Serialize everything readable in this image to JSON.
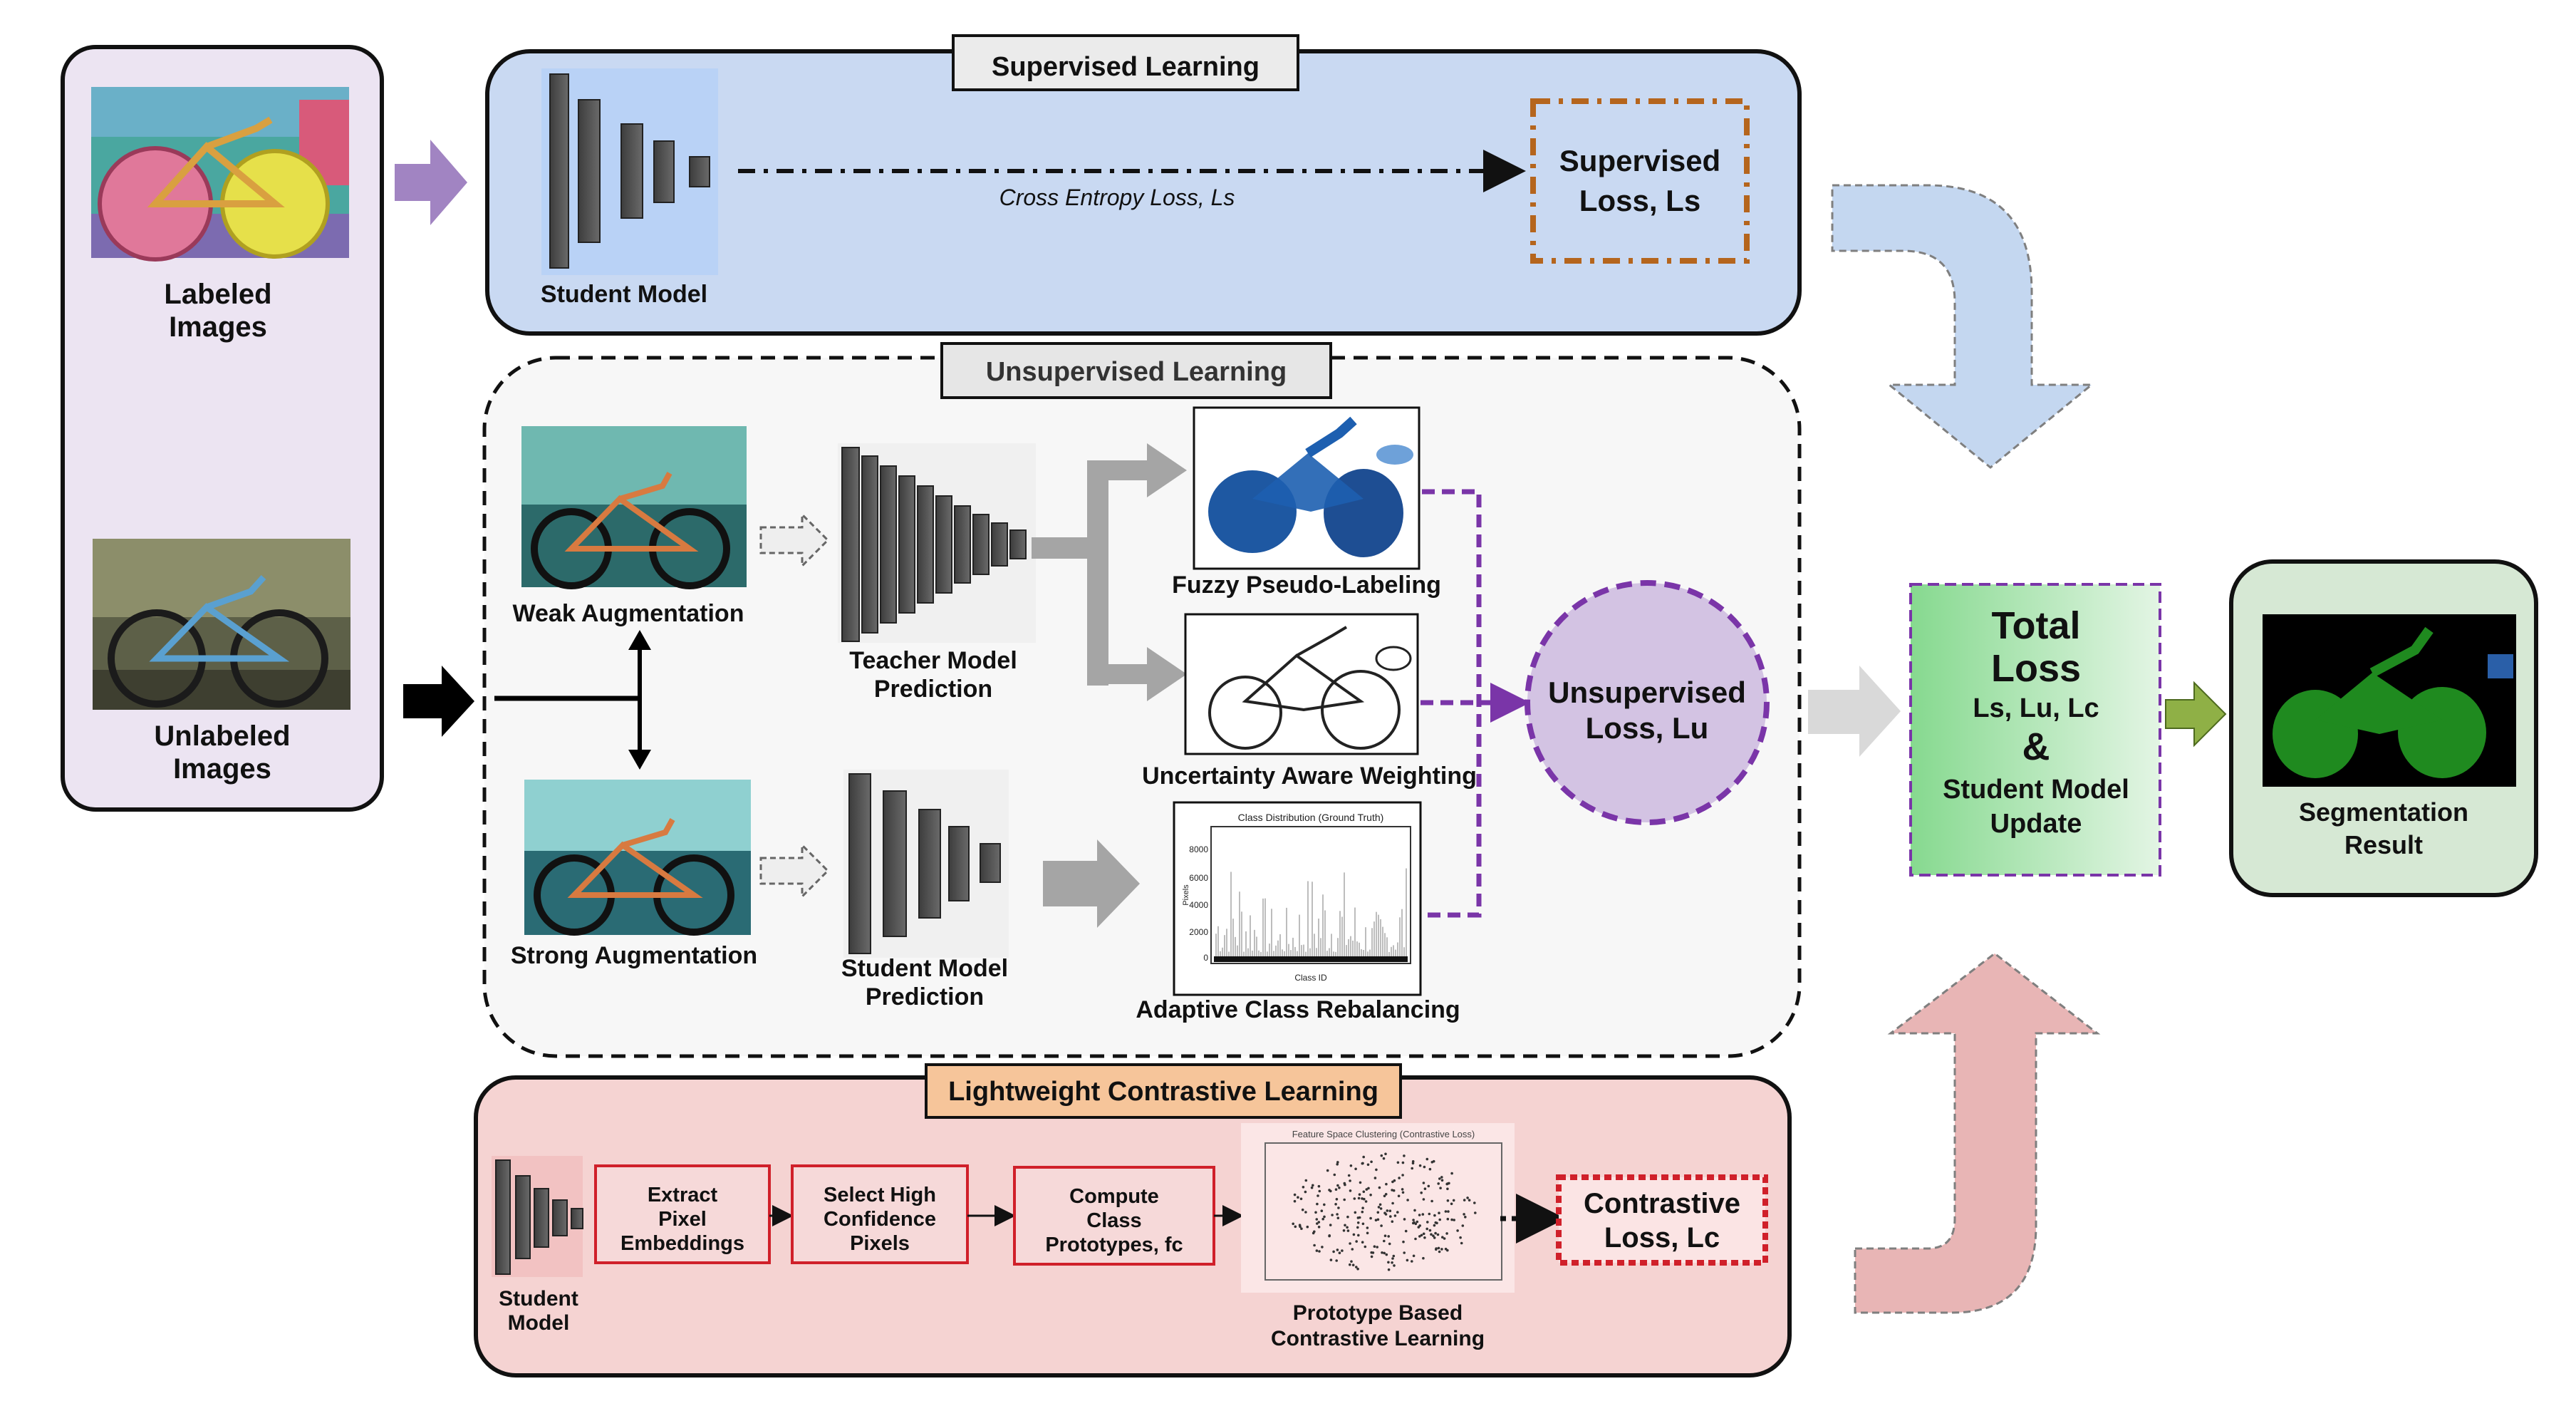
{
  "input_panel": {
    "labeled_line1": "Labeled",
    "labeled_line2": "Images",
    "unlabeled_line1": "Unlabeled",
    "unlabeled_line2": "Images"
  },
  "supervised": {
    "title": "Supervised Learning",
    "student_model": "Student Model",
    "ce_loss": "Cross Entropy Loss, Ls",
    "loss_line1": "Supervised",
    "loss_line2": "Loss, Ls"
  },
  "unsupervised": {
    "title": "Unsupervised Learning",
    "weak_aug": "Weak Augmentation",
    "strong_aug": "Strong Augmentation",
    "teacher_line1": "Teacher Model",
    "teacher_line2": "Prediction",
    "student_line1": "Student Model",
    "student_line2": "Prediction",
    "fuzzy": "Fuzzy Pseudo-Labeling",
    "uncertainty": "Uncertainty Aware Weighting",
    "rebalancing": "Adaptive Class Rebalancing",
    "loss_line1": "Unsupervised",
    "loss_line2": "Loss, Lu",
    "mini_chart": {
      "title": "Class Distribution (Ground Truth)",
      "ylabel": "Pixels",
      "xlabel": "Class ID",
      "yticks": [
        "8000",
        "6000",
        "4000",
        "2000",
        "0"
      ]
    }
  },
  "contrastive": {
    "title": "Lightweight Contrastive Learning",
    "student_line1": "Student",
    "student_line2": "Model",
    "box1_line1": "Extract",
    "box1_line2": "Pixel",
    "box1_line3": "Embeddings",
    "box2_line1": "Select High",
    "box2_line2": "Confidence",
    "box2_line3": "Pixels",
    "box3_line1": "Compute",
    "box3_line2": "Class",
    "box3_line3": "Prototypes, fc",
    "scatter_title": "Feature Space Clustering (Contrastive Loss)",
    "proto_line1": "Prototype Based",
    "proto_line2": "Contrastive Learning",
    "loss_line1": "Contrastive",
    "loss_line2": "Loss, Lc"
  },
  "total": {
    "line1": "Total",
    "line2": "Loss",
    "line3": "Ls, Lu, Lc",
    "amp": "&",
    "line4": "Student Model",
    "line5": "Update"
  },
  "result": {
    "line1": "Segmentation",
    "line2": "Result"
  },
  "colors": {
    "input_panel": "#ece4f2",
    "supervised_panel": "#c9d9f2",
    "unsupervised_panel": "#f7f7f7",
    "contrastive_panel": "#f5d3d2",
    "total_panel": "#9fe0a6",
    "result_panel": "#d6e8d4",
    "purple_arrow": "#a184c2",
    "purple_dash": "#7a35a8",
    "orange_dash": "#b5651d",
    "red_dash": "#d0202a",
    "green_arrow": "#8fb046"
  }
}
